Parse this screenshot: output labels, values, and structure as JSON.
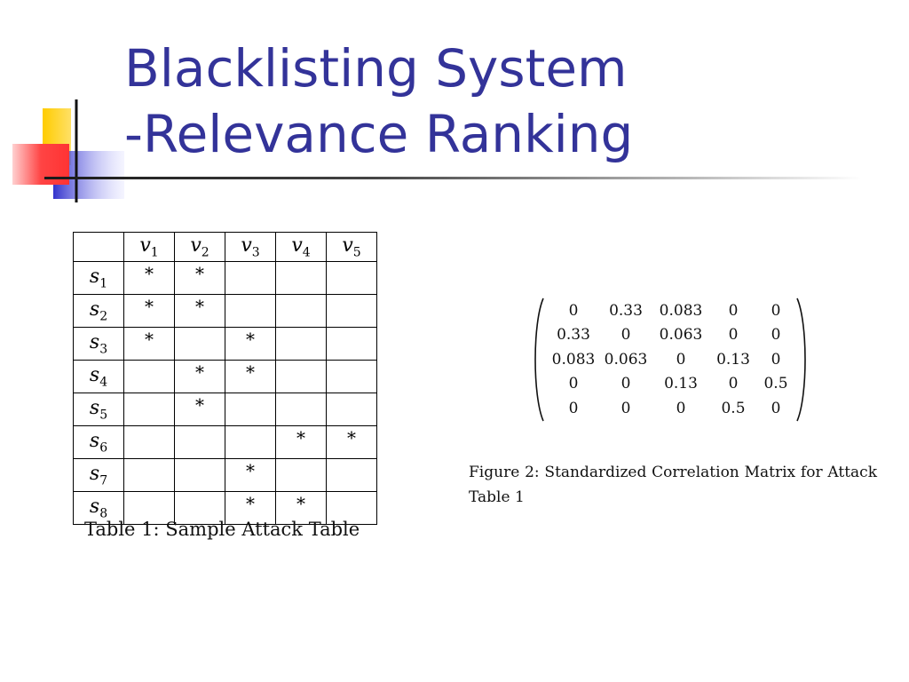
{
  "slide": {
    "title_line1": "Blacklisting System",
    "title_line2": "-Relevance Ranking"
  },
  "attack_table": {
    "columns": [
      {
        "letter": "v",
        "sub": "1"
      },
      {
        "letter": "v",
        "sub": "2"
      },
      {
        "letter": "v",
        "sub": "3"
      },
      {
        "letter": "v",
        "sub": "4"
      },
      {
        "letter": "v",
        "sub": "5"
      }
    ],
    "rows": [
      {
        "letter": "s",
        "sub": "1",
        "cells": [
          "*",
          "*",
          "",
          "",
          ""
        ]
      },
      {
        "letter": "s",
        "sub": "2",
        "cells": [
          "*",
          "*",
          "",
          "",
          ""
        ]
      },
      {
        "letter": "s",
        "sub": "3",
        "cells": [
          "*",
          "",
          "*",
          "",
          ""
        ]
      },
      {
        "letter": "s",
        "sub": "4",
        "cells": [
          "",
          "*",
          "*",
          "",
          ""
        ]
      },
      {
        "letter": "s",
        "sub": "5",
        "cells": [
          "",
          "*",
          "",
          "",
          ""
        ]
      },
      {
        "letter": "s",
        "sub": "6",
        "cells": [
          "",
          "",
          "",
          "*",
          "*"
        ]
      },
      {
        "letter": "s",
        "sub": "7",
        "cells": [
          "",
          "",
          "*",
          "",
          ""
        ]
      },
      {
        "letter": "s",
        "sub": "8",
        "cells": [
          "",
          "",
          "*",
          "*",
          ""
        ]
      }
    ],
    "caption": "Table 1: Sample Attack Table"
  },
  "correlation_matrix": {
    "rows": [
      [
        "0",
        "0.33",
        "0.083",
        "0",
        "0"
      ],
      [
        "0.33",
        "0",
        "0.063",
        "0",
        "0"
      ],
      [
        "0.083",
        "0.063",
        "0",
        "0.13",
        "0"
      ],
      [
        "0",
        "0",
        "0.13",
        "0",
        "0.5"
      ],
      [
        "0",
        "0",
        "0",
        "0.5",
        "0"
      ]
    ],
    "caption": "Figure 2: Standardized Correlation Matrix for Attack Table 1"
  },
  "colors": {
    "title": "#333399",
    "deco_yellow": "#ffcc00",
    "deco_blue": "#3333cc",
    "deco_red": "#ff3333"
  }
}
